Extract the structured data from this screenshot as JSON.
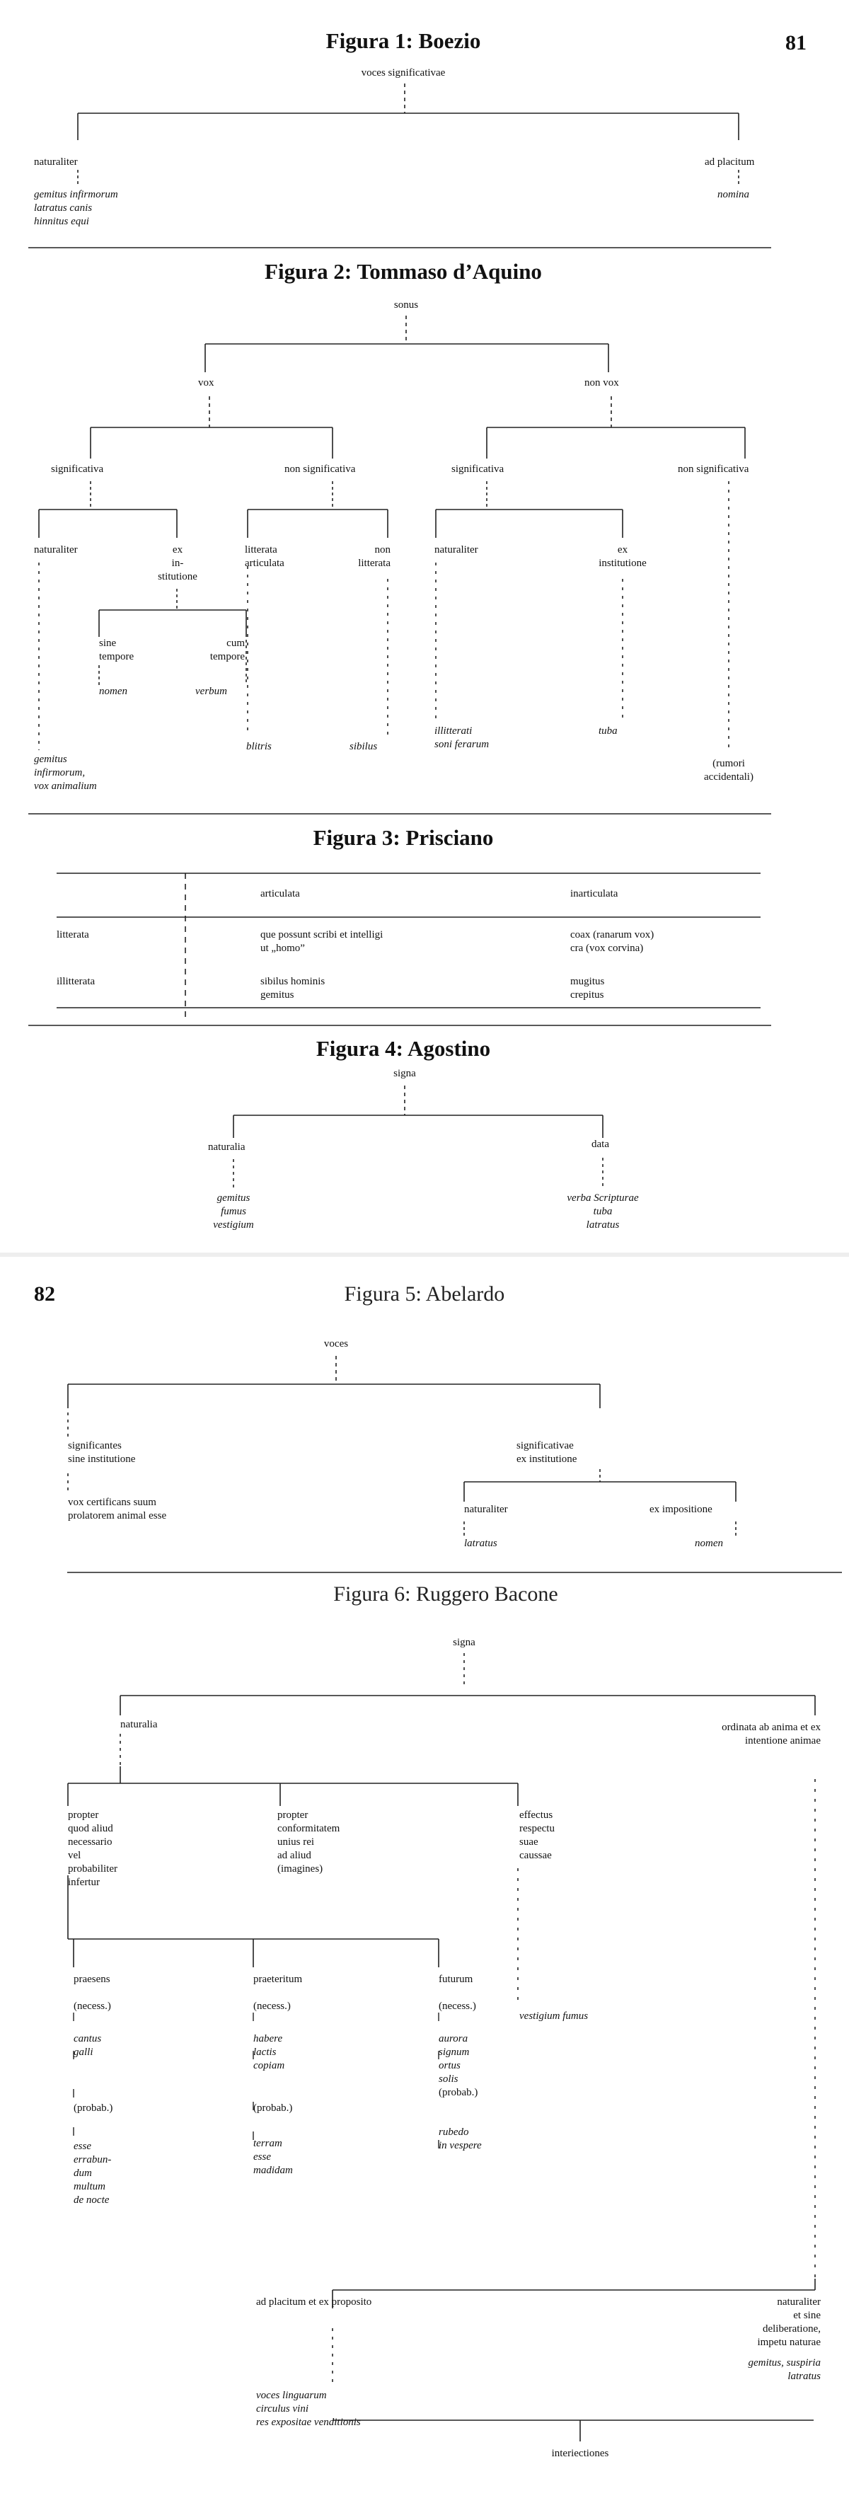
{
  "pages": {
    "p81": "81",
    "p82": "82"
  },
  "fig1": {
    "title": "Figura 1: Boezio",
    "root": "voces significativae",
    "left": "naturaliter",
    "left_examples": "gemitus infirmorum\nlatratus canis\nhinnitus equi",
    "right": "ad placitum",
    "right_example": "nomina"
  },
  "fig2": {
    "title": "Figura 2: Tommaso d’Aquino",
    "root": "sonus",
    "vox": "vox",
    "non_vox": "non vox",
    "sig_a": "significativa",
    "nonsig_a": "non significativa",
    "sig_b": "significativa",
    "nonsig_b": "non significativa",
    "nat_a": "naturaliter",
    "ex_inst_a": "ex\nin-\nstitutione",
    "litt_art": "litterata\narticulata",
    "non_litt": "non\nlitterata",
    "nat_b": "naturaliter",
    "ex_inst_b": "ex\ninstitutione",
    "sine_tempore": "sine\ntempore",
    "cum_tempore": "cum\ntempore",
    "nomen": "nomen",
    "verbum": "verbum",
    "blitris": "blitris",
    "sibilus": "sibilus",
    "illitterati": "illitterati\nsoni ferarum",
    "tuba": "tuba",
    "gemitus": "gemitus\ninfirmorum,\nvox animalium",
    "rumori": "(rumori\naccidentali)"
  },
  "fig3": {
    "title": "Figura 3: Prisciano",
    "col_articulata": "articulata",
    "col_inarticulata": "inarticulata",
    "row_litterata": "litterata",
    "row_illitterata": "illitterata",
    "cell_1_1": "que possunt scribi et intelligi\nut „homo”",
    "cell_1_2": "coax (ranarum vox)\ncra (vox corvina)",
    "cell_2_1": "sibilus hominis\ngemitus",
    "cell_2_2": "mugitus\ncrepitus"
  },
  "fig4": {
    "title": "Figura 4: Agostino",
    "root": "signa",
    "left": "naturalia",
    "left_examples": "gemitus\nfumus\nvestigium",
    "right": "data",
    "right_examples": "verba Scripturae\ntuba\nlatratus"
  },
  "fig5": {
    "title": "Figura 5: Abelardo",
    "root": "voces",
    "left": "significantes\nsine institutione",
    "left_example": "vox certificans suum\nprolatorem animal esse",
    "right": "significativae\nex institutione",
    "nat": "naturaliter",
    "latratus": "latratus",
    "ex_imp": "ex impositione",
    "nomen": "nomen"
  },
  "fig6": {
    "title": "Figura 6: Ruggero Bacone",
    "root": "signa",
    "naturalia": "naturalia",
    "ordinata": "ordinata ab anima et ex\nintentione animae",
    "propter_quod": "propter\nquod aliud\nnecessario\nvel\nprobabiliter\ninfertur",
    "propter_conf": "propter\nconformitatem\nunius rei\nad aliud\n(imagines)",
    "effectus": "effectus\nrespectu\nsuae\ncaussae",
    "praesens": "praesens",
    "praeteritum": "praeteritum",
    "futurum": "futurum",
    "necess1": "(necess.)",
    "necess2": "(necess.)",
    "necess3": "(necess.)",
    "cantus": "cantus\ngalli",
    "habere": "habere\nlactis\ncopiam",
    "aurora": "aurora\nsignum\nortus\nsolis",
    "probab1": "(probab.)",
    "probab2": "(probab.)",
    "probab3": "(probab.)",
    "esse": "esse\nerrabun-\ndum\nmultum\nde nocte",
    "terram": "terram\nesse\nmadidam",
    "rubedo": "rubedo\nin vespere",
    "vestigium": "vestigium fumus",
    "ad_placitum": "ad placitum et ex proposito",
    "voces_ling": "voces linguarum\ncirculus vini\nres expositae venditionis",
    "naturaliter": "naturaliter\net sine\ndeliberatione,\nimpetu naturae",
    "gemitus": "gemitus, suspiria\nlatratus",
    "interiectiones": "interiectiones"
  }
}
